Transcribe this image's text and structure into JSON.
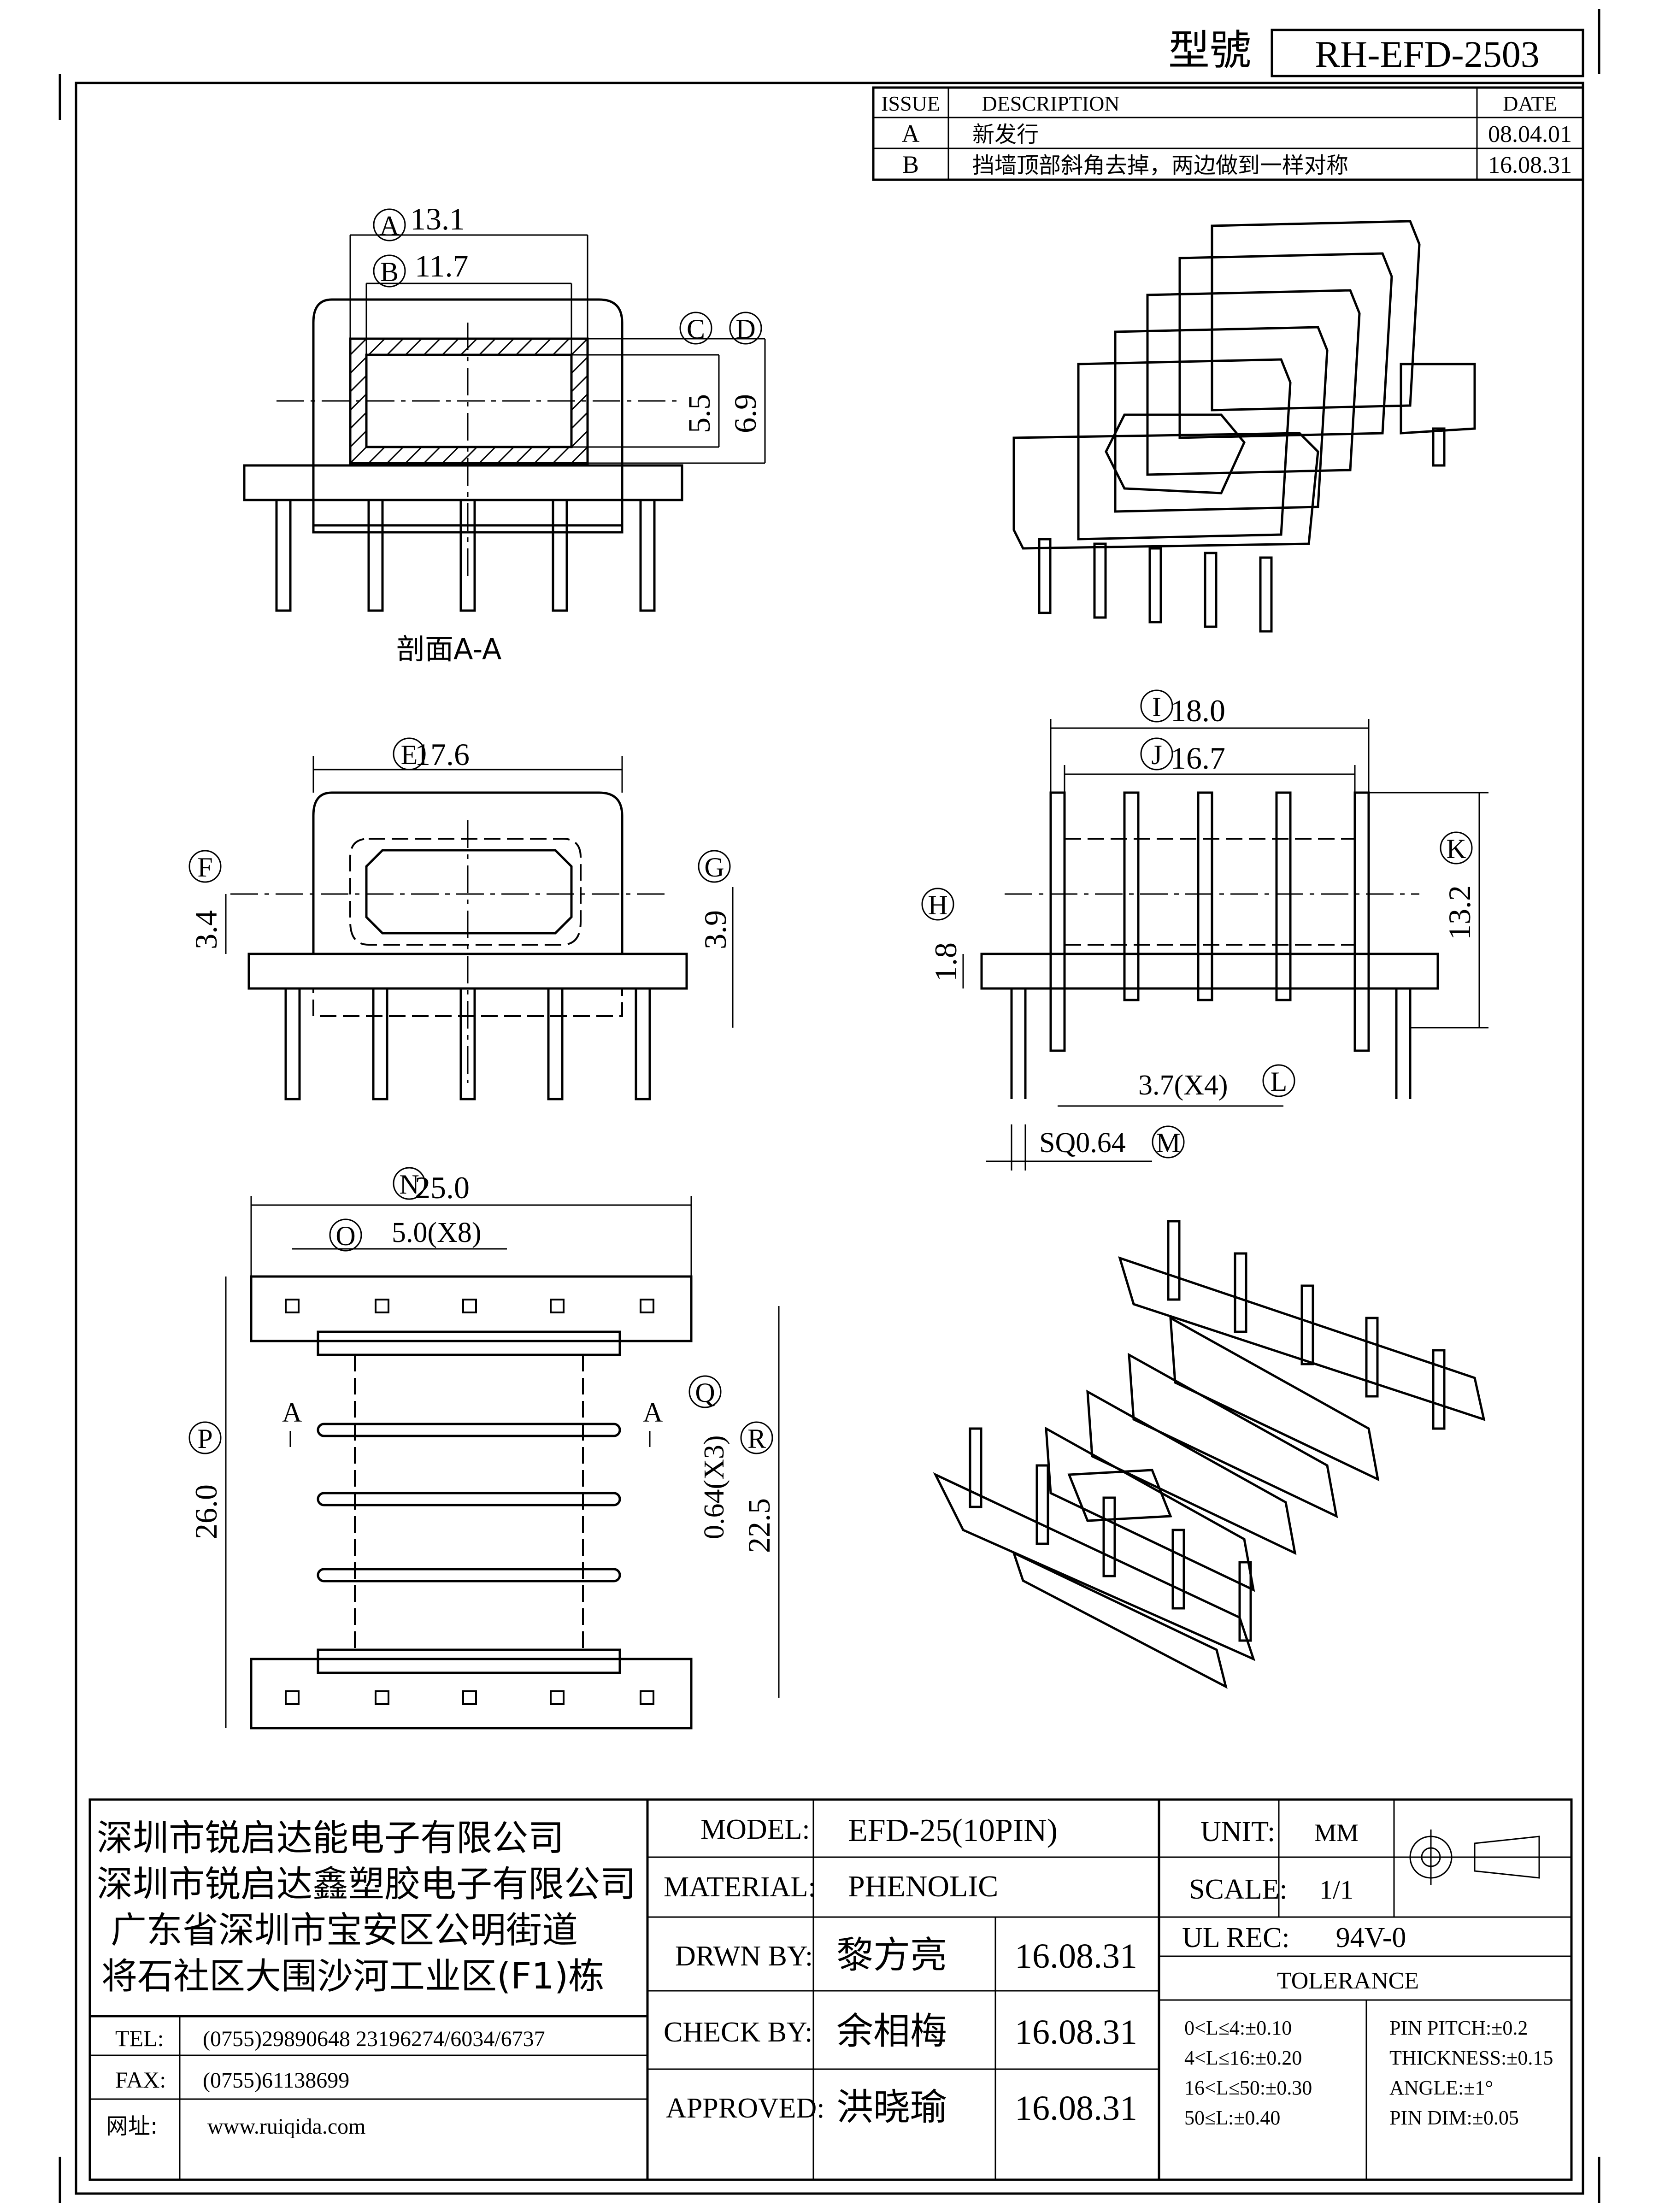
{
  "header": {
    "model_label": "型號",
    "model_number": "RH-EFD-2503"
  },
  "revision_table": {
    "headers": [
      "ISSUE",
      "DESCRIPTION",
      "DATE"
    ],
    "rows": [
      {
        "issue": "A",
        "description": "新发行",
        "date": "08.04.01"
      },
      {
        "issue": "B",
        "description": "挡墙顶部斜角去掉，两边做到一样对称",
        "date": "16.08.31"
      }
    ]
  },
  "dimensions": {
    "A": "13.1",
    "B": "11.7",
    "C": "C",
    "D": "D",
    "dim_5_5": "5.5",
    "dim_6_9": "6.9",
    "section_label": "剖面A-A",
    "E": "17.6",
    "F": "F",
    "G": "G",
    "dim_3_4": "3.4",
    "dim_3_9": "3.9",
    "I": "18.0",
    "J": "16.7",
    "K": "K",
    "dim_13_2": "13.2",
    "H": "H",
    "dim_1_8": "1.8",
    "L": "3.7(X4)",
    "M": "SQ0.64",
    "N": "25.0",
    "O": "5.0(X8)",
    "P": "P",
    "dim_26_0": "26.0",
    "Q": "Q",
    "dim_0_64": "0.64(X3)",
    "R": "R",
    "dim_22_5": "22.5",
    "section_mark": "A"
  },
  "circle_letters": [
    "A",
    "B",
    "C",
    "D",
    "E",
    "F",
    "G",
    "H",
    "I",
    "J",
    "K",
    "L",
    "M",
    "N",
    "O",
    "P",
    "Q",
    "R"
  ],
  "title_block": {
    "company": [
      "深圳市锐启达能电子有限公司",
      "深圳市锐启达鑫塑胶电子有限公司",
      "广东省深圳市宝安区公明街道",
      "将石社区大围沙河工业区(F1)栋"
    ],
    "tel_label": "TEL:",
    "tel": "(0755)29890648  23196274/6034/6737",
    "fax_label": "FAX:",
    "fax": "(0755)61138699",
    "web_label": "网址:",
    "web": "www.ruiqida.com",
    "model_label": "MODEL:",
    "model": "EFD-25(10PIN)",
    "material_label": "MATERIAL:",
    "material": "PHENOLIC",
    "drawn_label": "DRWN BY:",
    "drawn_by": "黎方亮",
    "drawn_date": "16.08.31",
    "check_label": "CHECK BY:",
    "check_by": "余相梅",
    "check_date": "16.08.31",
    "approved_label": "APPROVED:",
    "approved_by": "洪晓瑜",
    "approved_date": "16.08.31",
    "unit_label": "UNIT:",
    "unit": "MM",
    "scale_label": "SCALE:",
    "scale": "1/1",
    "ul_label": "UL REC:",
    "ul": "94V-0",
    "tolerance_title": "TOLERANCE",
    "tolerance_left": [
      "0<L≤4:±0.10",
      "4<L≤16:±0.20",
      "16<L≤50:±0.30",
      "50≤L:±0.40"
    ],
    "tolerance_right": [
      "PIN PITCH:±0.2",
      "THICKNESS:±0.15",
      "ANGLE:±1°",
      "PIN DIM:±0.05"
    ]
  }
}
